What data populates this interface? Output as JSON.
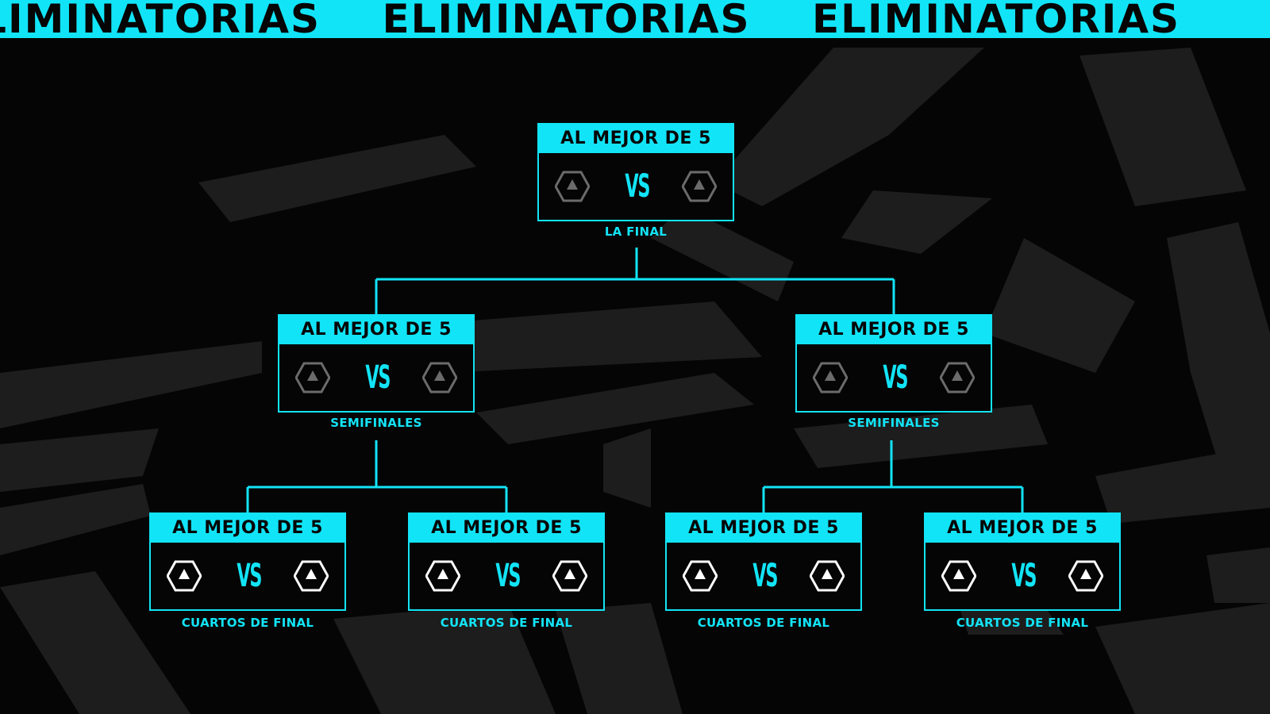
{
  "banner": {
    "text": [
      "ELIMINATORIAS",
      "ELIMINATORIAS",
      "ELIMINATORIAS"
    ]
  },
  "colors": {
    "accent": "#12e4f7",
    "background": "#050505",
    "placeholder_dim": "#6b6b6b",
    "placeholder_bright": "#ffffff"
  },
  "matches": {
    "final": {
      "header": "AL MEJOR DE 5",
      "vs": "VS",
      "label": "LA FINAL",
      "team_icon": "hexagon-triangle-icon"
    },
    "semi_1": {
      "header": "AL MEJOR DE 5",
      "vs": "VS",
      "label": "SEMIFINALES",
      "team_icon": "hexagon-triangle-icon"
    },
    "semi_2": {
      "header": "AL MEJOR DE 5",
      "vs": "VS",
      "label": "SEMIFINALES",
      "team_icon": "hexagon-triangle-icon"
    },
    "qf_1": {
      "header": "AL MEJOR DE 5",
      "vs": "VS",
      "label": "CUARTOS DE FINAL",
      "team_icon": "hexagon-triangle-icon"
    },
    "qf_2": {
      "header": "AL MEJOR DE 5",
      "vs": "VS",
      "label": "CUARTOS DE FINAL",
      "team_icon": "hexagon-triangle-icon"
    },
    "qf_3": {
      "header": "AL MEJOR DE 5",
      "vs": "VS",
      "label": "CUARTOS DE FINAL",
      "team_icon": "hexagon-triangle-icon"
    },
    "qf_4": {
      "header": "AL MEJOR DE 5",
      "vs": "VS",
      "label": "CUARTOS DE FINAL",
      "team_icon": "hexagon-triangle-icon"
    }
  }
}
